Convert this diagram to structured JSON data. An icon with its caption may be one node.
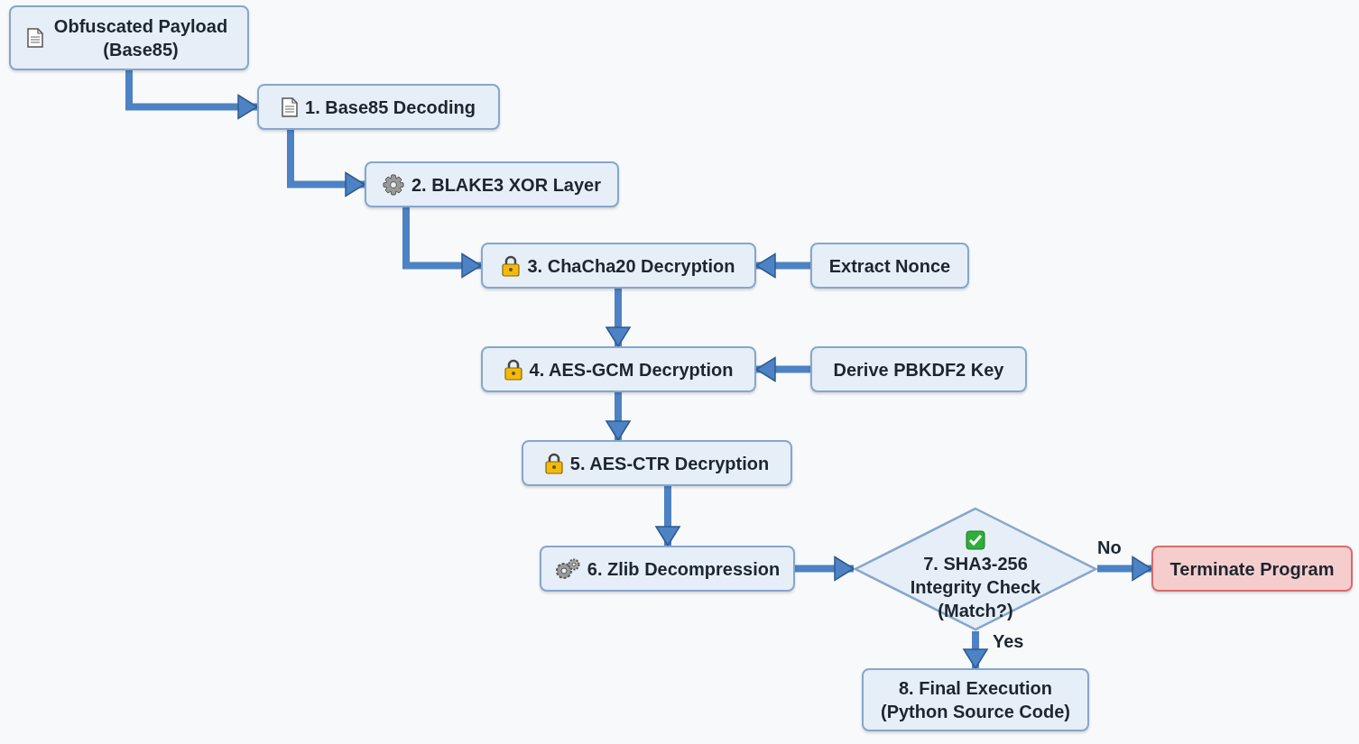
{
  "diagram": {
    "nodes": [
      {
        "text": [
          "Obfuscated Payload (Base85)"
        ]
      },
      {
        "text": [
          "1. Base85 Decoding"
        ]
      },
      {
        "text": [
          "2. BLAKE3 XOR Layer"
        ]
      },
      {
        "text": [
          "3. ChaCha20 Decryption"
        ]
      },
      {
        "text": [
          "Extract Nonce"
        ]
      },
      {
        "text": [
          "4. AES-GCM Decryption"
        ]
      },
      {
        "text": [
          "Derive PBKDF2 Key"
        ]
      },
      {
        "text": [
          "5. AES-CTR Decryption"
        ]
      },
      {
        "text": [
          "6. Zlib Decompression"
        ]
      },
      {
        "text": [
          "7. SHA3-256 Integrity Check (Match?)"
        ]
      },
      {
        "text": [
          "Terminate Program"
        ]
      },
      {
        "text": [
          "8. Final Execution (Python Source Code)"
        ]
      }
    ],
    "edges": [
      {
        "from": 0,
        "to": 1,
        "arrow": "to"
      },
      {
        "from": 1,
        "to": 2,
        "arrow": "to"
      },
      {
        "from": 2,
        "to": 3,
        "arrow": "to"
      },
      {
        "from": 4,
        "to": 3,
        "arrow": "to"
      },
      {
        "from": 3,
        "to": 5,
        "arrow": "to"
      },
      {
        "from": 6,
        "to": 5,
        "arrow": "to"
      },
      {
        "from": 5,
        "to": 7,
        "arrow": "to"
      },
      {
        "from": 7,
        "to": 8,
        "arrow": "to"
      },
      {
        "from": 8,
        "to": 9,
        "arrow": "to"
      },
      {
        "from": 9,
        "to": 10,
        "label": "No",
        "arrow": "to"
      },
      {
        "from": 9,
        "to": 11,
        "label": "Yes",
        "arrow": "to"
      }
    ]
  }
}
